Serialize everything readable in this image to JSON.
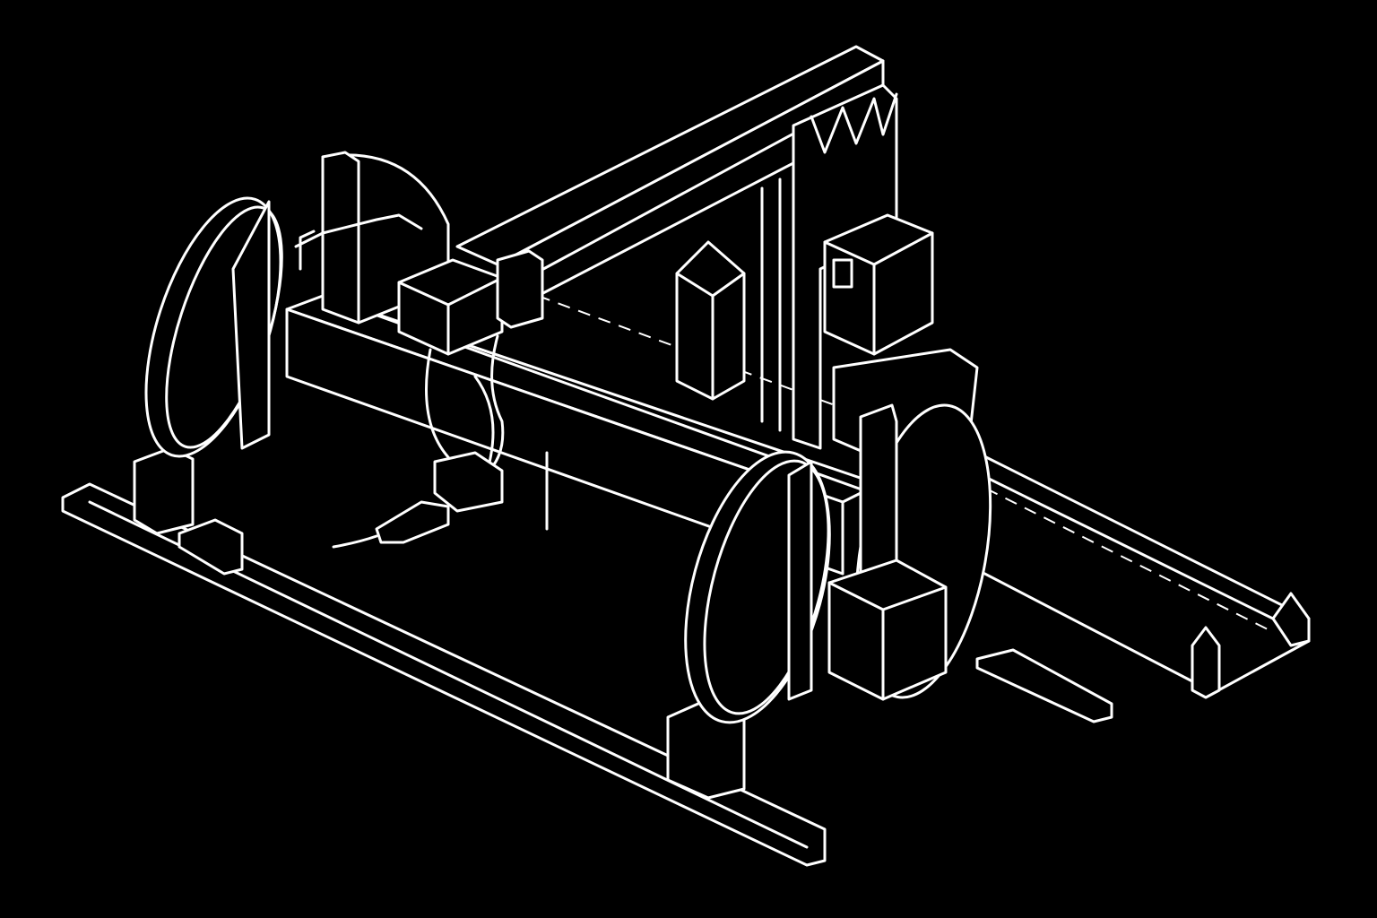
{
  "colors": {
    "background": "#000000",
    "line": "#ffffff"
  },
  "diagram": {
    "parts": [
      "base-rail-front",
      "base-rail-back",
      "workpiece-beam",
      "gantry-beam",
      "gantry-column",
      "headstock-disc-left",
      "tailstock-disc-right",
      "carriage",
      "motor-box",
      "welding-torch"
    ]
  }
}
